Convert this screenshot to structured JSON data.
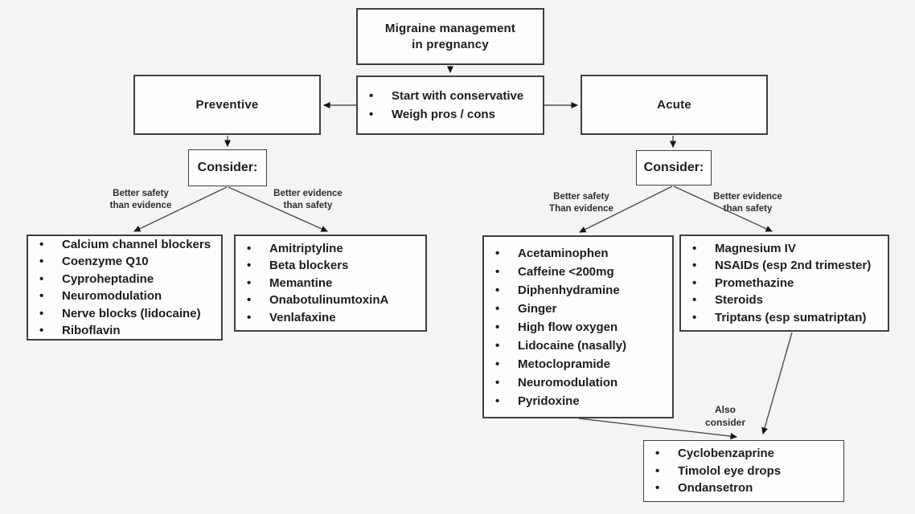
{
  "colors": {
    "background": "#f4f4f3",
    "box_fill": "#fdfdfc",
    "box_border": "#3f3f3f",
    "arrow": "#4f4f4f",
    "text": "#1d1d1d",
    "label_text": "#2e2e2e"
  },
  "title_box": {
    "text": "Migraine management in pregnancy"
  },
  "conservative_box": {
    "items": [
      "Start with conservative",
      "Weigh pros / cons"
    ]
  },
  "preventive": {
    "label": "Preventive",
    "consider_label": "Consider:",
    "better_safety": {
      "label": "Better safety\nthan evidence",
      "items": [
        "Calcium channel blockers",
        "Coenzyme Q10",
        "Cyproheptadine",
        "Neuromodulation",
        "Nerve blocks (lidocaine)",
        "Riboflavin"
      ]
    },
    "better_evidence": {
      "label": "Better evidence\nthan safety",
      "items": [
        "Amitriptyline",
        "Beta blockers",
        "Memantine",
        "OnabotulinumtoxinA",
        "Venlafaxine"
      ]
    }
  },
  "acute": {
    "label": "Acute",
    "consider_label": "Consider:",
    "better_safety": {
      "label": "Better safety\nThan evidence",
      "items": [
        "Acetaminophen",
        "Caffeine <200mg",
        "Diphenhydramine",
        "Ginger",
        "High flow oxygen",
        "Lidocaine (nasally)",
        "Metoclopramide",
        "Neuromodulation",
        "Pyridoxine"
      ]
    },
    "better_evidence": {
      "label": "Better evidence\nthan safety",
      "items": [
        "Magnesium IV",
        "NSAIDs (esp 2nd trimester)",
        "Promethazine",
        "Steroids",
        "Triptans (esp sumatriptan)"
      ]
    }
  },
  "also_consider": {
    "label": "Also\nconsider",
    "items": [
      "Cyclobenzaprine",
      "Timolol eye drops",
      "Ondansetron"
    ]
  }
}
